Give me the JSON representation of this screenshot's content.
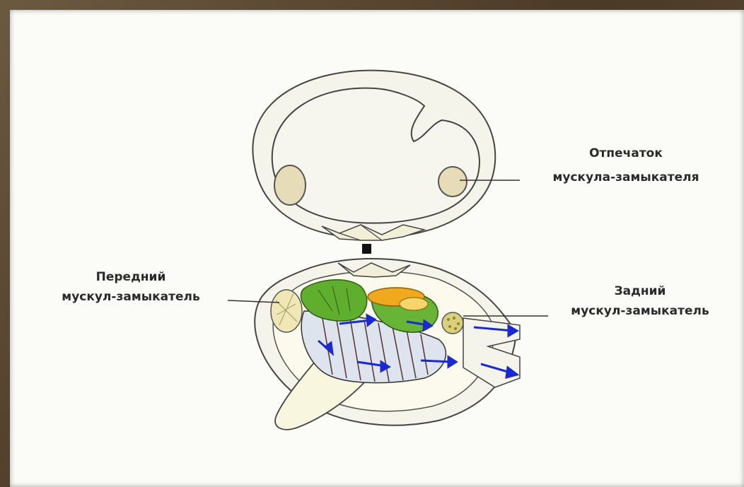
{
  "labels": {
    "imprint_line1": "Отпечаток",
    "imprint_line2": "мускула-замыкателя",
    "anterior_line1": "Передний",
    "anterior_line2": "мускул-замыкатель",
    "posterior_line1": "Задний",
    "posterior_line2": "мускул-замыкатель"
  },
  "colors": {
    "shell_fill": "#f4f4ea",
    "shell_stroke": "#444444",
    "muscle_scar": "#e6dcb8",
    "digestive_gland": "#5fae2e",
    "gonad": "#f0a81c",
    "gill_arrows": "#1a2ad0",
    "foot": "#f8f6de"
  }
}
